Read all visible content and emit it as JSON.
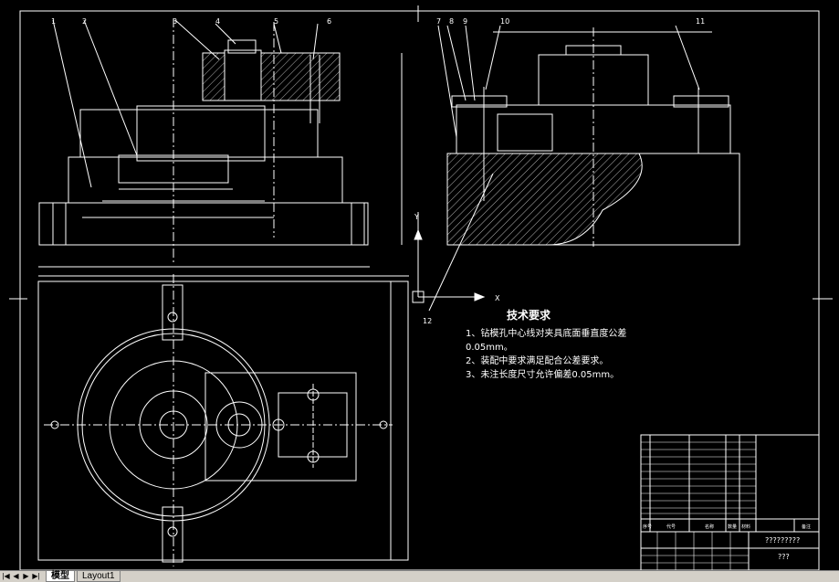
{
  "drawing": {
    "part_numbers": [
      "1",
      "2",
      "3",
      "4",
      "5",
      "6",
      "7",
      "8",
      "9",
      "10",
      "11",
      "12"
    ],
    "axis_y": "Y",
    "axis_x": "X",
    "tech_requirements": {
      "title": "技术要求",
      "lines": [
        "1、钻模孔中心线对夹具底面垂直度公差",
        "0.05mm。",
        "2、装配中要求满足配合公差要求。",
        "3、未注长度尺寸允许偏差0.05mm。"
      ]
    },
    "title_block": {
      "name": "?????????",
      "subname": "???",
      "header_labels": [
        "序号",
        "代号",
        "名称",
        "数量",
        "材料",
        "备注"
      ]
    }
  },
  "tabs": {
    "nav_buttons": [
      "|◀",
      "◀",
      "▶",
      "▶|"
    ],
    "items": [
      {
        "label": "模型",
        "active": true
      },
      {
        "label": "Layout1",
        "active": false
      }
    ]
  }
}
